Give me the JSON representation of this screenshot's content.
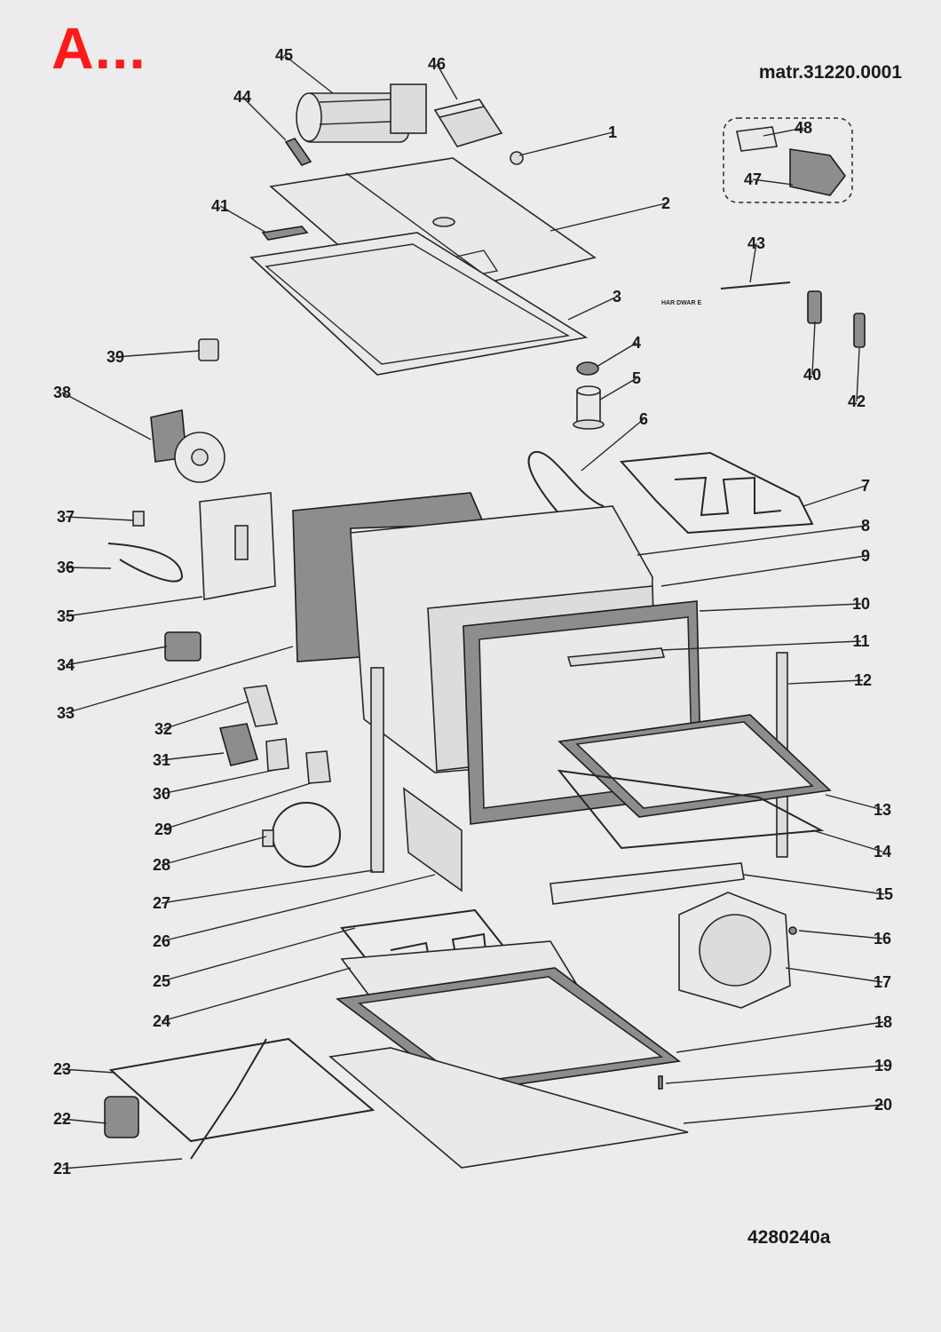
{
  "header": {
    "brand_mark": "A...",
    "matr_code": "matr.31220.0001"
  },
  "footer": {
    "document_number": "4280240a"
  },
  "part_label_43": "HAR DWAR E",
  "callouts": [
    "1",
    "2",
    "3",
    "4",
    "5",
    "6",
    "7",
    "8",
    "9",
    "10",
    "11",
    "12",
    "13",
    "14",
    "15",
    "16",
    "17",
    "18",
    "19",
    "20",
    "21",
    "22",
    "23",
    "24",
    "25",
    "26",
    "27",
    "28",
    "29",
    "30",
    "31",
    "32",
    "33",
    "34",
    "35",
    "36",
    "37",
    "38",
    "39",
    "40",
    "41",
    "42",
    "43",
    "44",
    "45",
    "46",
    "47",
    "48"
  ],
  "colors": {
    "brand_red": "#ff1a1a",
    "background": "#ececec",
    "line": "#262626"
  }
}
